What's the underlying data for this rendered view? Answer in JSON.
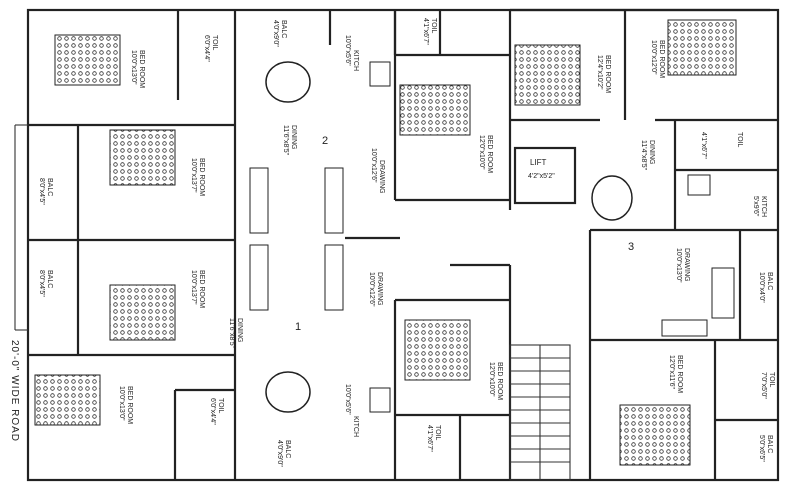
{
  "road": "20'-0\" WIDE ROAD",
  "flat_numbers": [
    "1",
    "2",
    "3"
  ],
  "rooms": {
    "f1_bed_top": {
      "name": "BED ROOM",
      "size": "10'0\"x13'0\""
    },
    "f1_toil_top": {
      "name": "TOIL",
      "size": "6'0\"x4'4\""
    },
    "f1_balc_top": {
      "name": "BALC",
      "size": "4'0\"x9'0\""
    },
    "f2_kitch": {
      "name": "KITCH",
      "size": "10'0\"x5'6\""
    },
    "f2_toil": {
      "name": "TOIL",
      "size": "4'1\"x6'7\""
    },
    "f2_dining": {
      "name": "DINING",
      "size": "11'6\"x8'5\""
    },
    "f2_bed_left": {
      "name": "BED ROOM",
      "size": "10'0\"x13'7\""
    },
    "f2_balc": {
      "name": "BALC",
      "size": "8'0\"x4'5\""
    },
    "f2_drawing": {
      "name": "DRAWING",
      "size": "10'0\"x12'6\""
    },
    "f2_bed_mid": {
      "name": "BED ROOM",
      "size": "12'0\"x10'0\""
    },
    "f3_bed_tl": {
      "name": "BED ROOM",
      "size": "12'4\"x10'2\""
    },
    "f3_bed_tr": {
      "name": "BED ROOM",
      "size": "10'0\"x12'0\""
    },
    "lift": {
      "name": "LIFT",
      "size": "4'2\"x5'2\""
    },
    "f3_dining": {
      "name": "DINING",
      "size": "11'4\"x8'5\""
    },
    "f3_toil_top": {
      "name": "TOIL",
      "size": "4'1\"x6'7\""
    },
    "f3_kitch": {
      "name": "KITCH",
      "size": "5'x9'6\""
    },
    "f3_drawing": {
      "name": "DRAWING",
      "size": "10'0\"x13'0\""
    },
    "f3_balc": {
      "name": "BALC",
      "size": "10'0\"x4'0\""
    },
    "f1_bed_mid": {
      "name": "BED ROOM",
      "size": "10'0\"x13'7\""
    },
    "f1_balc_mid": {
      "name": "BALC",
      "size": "8'0\"x4'5\""
    },
    "f1_dining": {
      "name": "DINING",
      "size": "11'6\"x8'5\""
    },
    "f1_drawing": {
      "name": "DRAWING",
      "size": "10'0\"x12'6\""
    },
    "f1_bed_bot": {
      "name": "BED ROOM",
      "size": "10'0\"x13'0\""
    },
    "f1_toil_bot": {
      "name": "TOIL",
      "size": "6'0\"x4'4\""
    },
    "f1_balc_bot": {
      "name": "BALC",
      "size": "4'0\"x9'0\""
    },
    "f1_kitch": {
      "name": "KITCH",
      "size": "10'0\"x5'6\""
    },
    "f1_bed_r": {
      "name": "BED ROOM",
      "size": "12'0\"x10'0\""
    },
    "f1_toil_r": {
      "name": "TOIL",
      "size": "4'1\"x6'7\""
    },
    "f3_bed_br": {
      "name": "BED ROOM",
      "size": "12'0\"x11'6\""
    },
    "f3_toil_br": {
      "name": "TOIL",
      "size": "7'0\"x5'0\""
    },
    "f3_balc_br": {
      "name": "BALC",
      "size": "5'0\"x6'5\""
    }
  }
}
